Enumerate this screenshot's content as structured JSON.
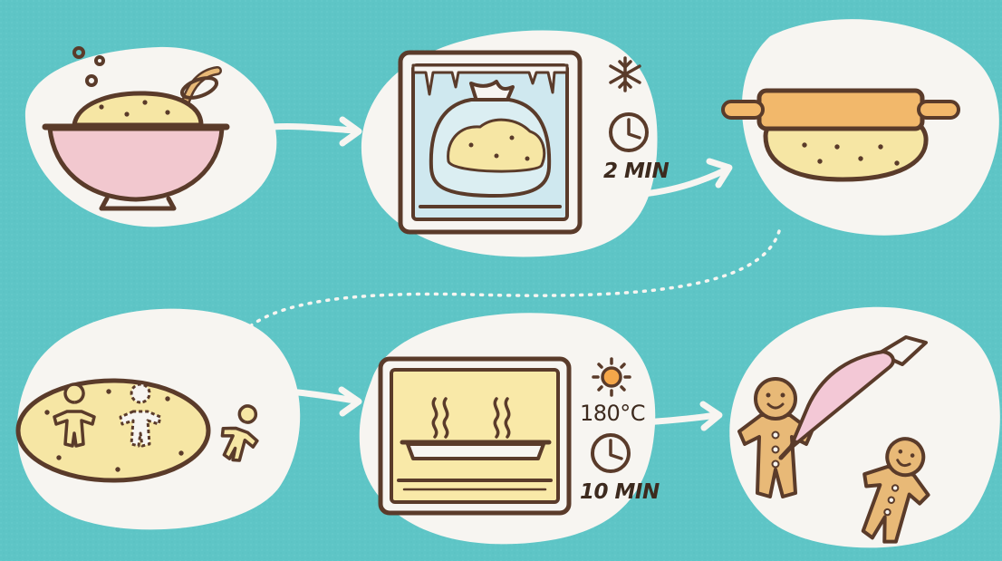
{
  "steps": [
    {
      "id": "mix"
    },
    {
      "id": "freeze",
      "time": "2 MIN"
    },
    {
      "id": "roll"
    },
    {
      "id": "cut"
    },
    {
      "id": "bake",
      "temperature": "180°C",
      "time": "10 MIN"
    },
    {
      "id": "decorate"
    }
  ],
  "colors": {
    "background": "#5ec5c6",
    "blob": "#f7f5f1",
    "outline": "#5a3b2a",
    "dough": "#f6e6a4",
    "cookie": "#e8b977",
    "bowl": "#f2c8cf",
    "icing_bag": "#f3c8d6",
    "oven_inner_cold": "#cfe8ef",
    "oven_inner_hot": "#f9e9a8"
  }
}
